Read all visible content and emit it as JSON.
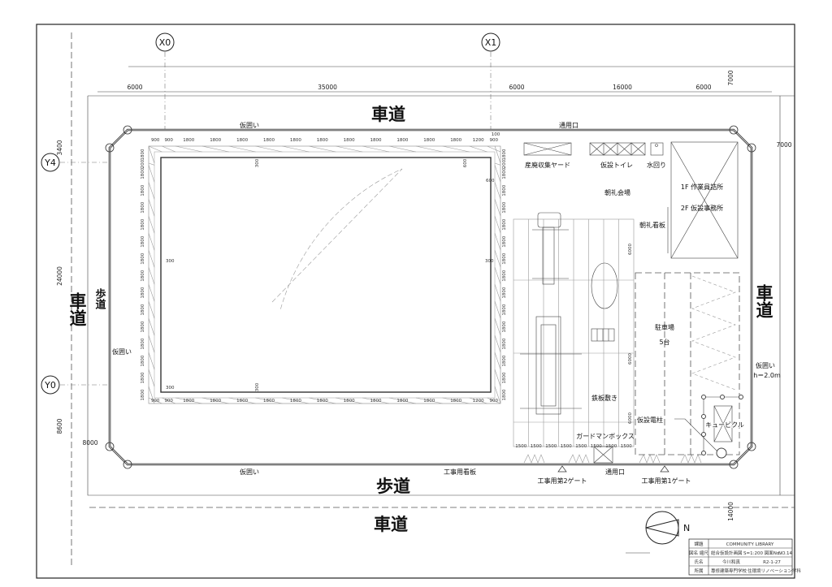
{
  "roads": {
    "top": "車道",
    "bottom_sidewalk": "歩道",
    "bottom": "車道",
    "left": "車道",
    "left_sidewalk": "歩道",
    "right": "車道"
  },
  "grid": {
    "x0": "X0",
    "x1": "X1",
    "y4": "Y4",
    "y0": "Y0"
  },
  "dims_top": [
    "6000",
    "35000",
    "6000",
    "16000",
    "6000"
  ],
  "dims_misc": {
    "top_right_v": "7000",
    "right": "7000",
    "left_a": "3400",
    "left_b": "24000",
    "left_c": "8600",
    "left_d": "8000",
    "bottom_right_v": "14000",
    "gap": "100"
  },
  "fence": {
    "top": "仮囲い",
    "left": "仮囲い",
    "bottom": "仮囲い",
    "right": "仮囲い",
    "right_height": "h＝2.0m"
  },
  "gates": {
    "top_service": "通用口",
    "bottom_service": "通用口",
    "gate2": "工事用第2ゲート",
    "gate1": "工事用第1ゲート",
    "signboard": "工事用看板"
  },
  "facilities": {
    "waste_yard": "産廃収集ヤード",
    "toilet": "仮設トイレ",
    "water": "水回り",
    "assembly": "朝礼会場",
    "assembly_board": "朝礼看板",
    "office_1f": "1F  作業員詰所",
    "office_2f": "2F  仮設事務所",
    "parking": "駐車場",
    "parking_count": "5台",
    "steel_plate": "鉄板敷き",
    "power_pole": "仮設電柱",
    "cubicle": "キュービクル",
    "guard_box": "ガードマンボックス"
  },
  "scaffold": {
    "top_dims": [
      "900",
      "900",
      "1800",
      "1800",
      "1800",
      "1800",
      "1800",
      "1800",
      "1800",
      "1800",
      "1800",
      "1800",
      "1800",
      "1200",
      "900"
    ],
    "left_dims": [
      "1800",
      "200",
      "1800",
      "1800",
      "1800",
      "1800",
      "1800",
      "1800",
      "1800",
      "1800",
      "1800",
      "1800",
      "1800",
      "1800",
      "1800",
      "1800"
    ],
    "offset": "300",
    "offset2": "600"
  },
  "plate_dims": [
    "1500",
    "1500",
    "1500",
    "1500",
    "1500",
    "1500",
    "1500",
    "1500"
  ],
  "plate_v_dims": [
    "6000",
    "6000",
    "6000"
  ],
  "north": "N",
  "title_block": {
    "rows": [
      {
        "label": "課題",
        "value": "COMMUNITY LIBRARY",
        "extra": "",
        "extra2": ""
      },
      {
        "label": "図名 縮尺",
        "value": "総合仮設計画図",
        "extra": "S=1:200 図面No.",
        "extra2": "NO.14"
      },
      {
        "label": "氏名",
        "value": "今川和真",
        "extra": "R2-1-27",
        "extra2": ""
      },
      {
        "label": "所属",
        "value": "專修建築専門学校",
        "extra": "住環境リノベーション学科",
        "extra2": ""
      }
    ]
  }
}
